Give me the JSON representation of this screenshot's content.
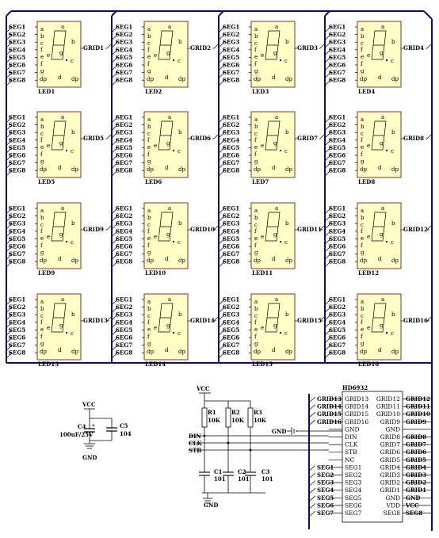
{
  "led_grid": {
    "seg_pins": [
      "SEG1",
      "SEG2",
      "SEG3",
      "SEG4",
      "SEG5",
      "SEG6",
      "SEG7",
      "SEG8"
    ],
    "seg_letters": [
      "a",
      "b",
      "c",
      "d",
      "e",
      "f",
      "g",
      "dp"
    ],
    "modules": [
      {
        "name": "LED1",
        "grid": "GRID1"
      },
      {
        "name": "LED2",
        "grid": "GRID2"
      },
      {
        "name": "LED3",
        "grid": "GRID3"
      },
      {
        "name": "LED4",
        "grid": "GRID4"
      },
      {
        "name": "LED5",
        "grid": "GRID5"
      },
      {
        "name": "LED6",
        "grid": "GRID6"
      },
      {
        "name": "LED7",
        "grid": "GRID7"
      },
      {
        "name": "LED8",
        "grid": "GRID8"
      },
      {
        "name": "LED9",
        "grid": "GRID9"
      },
      {
        "name": "LED10",
        "grid": "GRID10"
      },
      {
        "name": "LED11",
        "grid": "GRID11"
      },
      {
        "name": "LED12",
        "grid": "GRID12"
      },
      {
        "name": "LED13",
        "grid": "GRID13"
      },
      {
        "name": "LED14",
        "grid": "GRID14"
      },
      {
        "name": "LED15",
        "grid": "GRID15"
      },
      {
        "name": "LED16",
        "grid": "GRID16"
      }
    ],
    "colors": {
      "module_fill": "#ffffc6",
      "module_border": "#7b1a12",
      "bus": "#0a0a80",
      "wire": "#000000"
    }
  },
  "decoupling": {
    "vcc": "VCC",
    "gnd": "GND",
    "c4_name": "C4",
    "c4_value": "100uF/25V",
    "c5_name": "C5",
    "c5_value": "104"
  },
  "pullups": {
    "vcc": "VCC",
    "gnd": "GND",
    "resistors": [
      {
        "name": "R1",
        "value": "10K"
      },
      {
        "name": "R2",
        "value": "10K"
      },
      {
        "name": "R3",
        "value": "10K"
      }
    ],
    "caps": [
      {
        "name": "C1",
        "value": "101"
      },
      {
        "name": "C2",
        "value": "101"
      },
      {
        "name": "C3",
        "value": "101"
      }
    ],
    "nets": [
      "DIN",
      "CLK",
      "STB"
    ]
  },
  "driver_ic": {
    "part": "HD6932",
    "left_pins": [
      "GRID13",
      "GRID14",
      "GRID15",
      "GRID16",
      "GND",
      "DIN",
      "CLK",
      "STB",
      "NC",
      "SEG1",
      "SEG2",
      "SEG3",
      "SEG4",
      "SEG5",
      "SEG6",
      "SEG7"
    ],
    "right_pins": [
      "GRID12",
      "GRID11",
      "GRID10",
      "GRID9",
      "GND",
      "GRID8",
      "GRID7",
      "GRID6",
      "GRID5",
      "GRID4",
      "GRID3",
      "GRID2",
      "GRID1",
      "GND",
      "VDD",
      "SEG8"
    ],
    "left_flags": [
      "GRID13",
      "GRID14",
      "GRID15",
      "GRID16"
    ],
    "left_seg_flags": [
      "SEG1",
      "SEG2",
      "SEG3",
      "SEG4",
      "SEG5",
      "SEG6",
      "SEG7"
    ],
    "right_flags": [
      "GRID12",
      "GRID11",
      "GRID10",
      "GRID9",
      "",
      "GRID8",
      "GRID7",
      "GRID6",
      "GRID5",
      "GRID4",
      "GRID3",
      "GRID2",
      "GRID1",
      "GND",
      "VCC",
      "SEG8"
    ],
    "gnd_label": "GND"
  }
}
